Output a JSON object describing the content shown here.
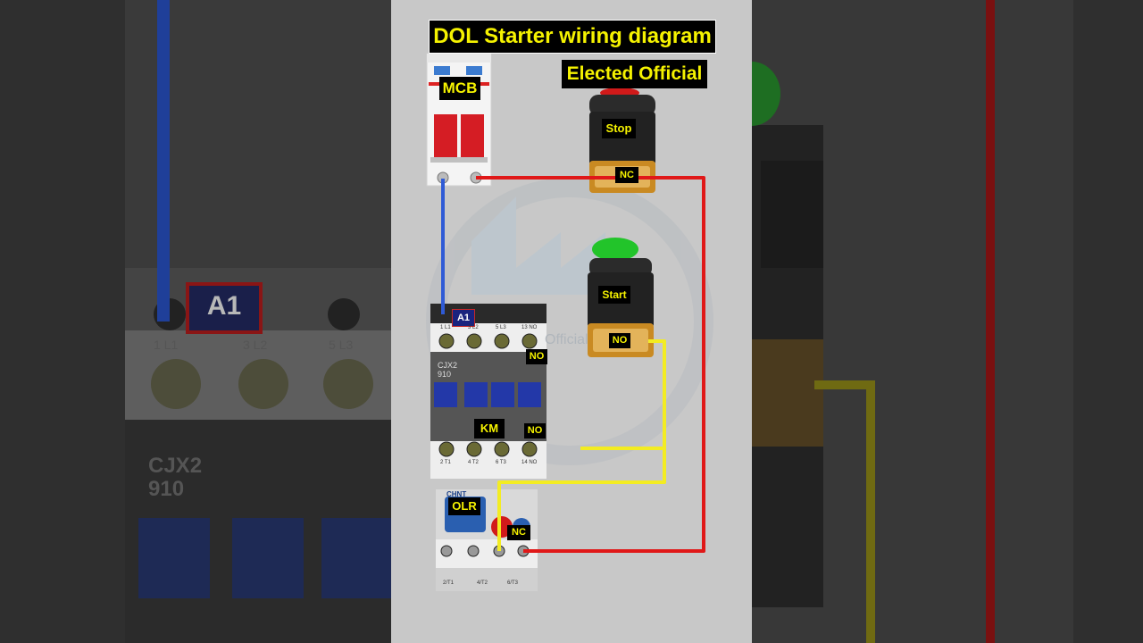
{
  "title": "DOL Starter wiring diagram",
  "channel": "Elected Official",
  "watermark": "Official",
  "labels": {
    "mcb": "MCB",
    "stop": "Stop",
    "stop_contact": "NC",
    "start": "Start",
    "start_contact": "NO",
    "contactor": "KM",
    "contactor_coil": "A1",
    "contactor_aux_top": "NO",
    "contactor_aux_bottom": "NO",
    "olr": "OLR",
    "olr_contact": "NC"
  },
  "contactor_model": [
    "CJX2",
    "910"
  ],
  "contactor_terminals_top": [
    "1 L1",
    "3 L2",
    "5 L3",
    "13 NO"
  ],
  "contactor_terminals_bottom": [
    "2 T1",
    "4 T2",
    "6 T3",
    "14 NO"
  ],
  "olr_brand": "CHNT",
  "olr_terminals": [
    "2/T1",
    "4/T2",
    "6/T3"
  ],
  "zoom_background": {
    "coil": "A1",
    "terminals": [
      "1 L1",
      "3 L2",
      "5 L3"
    ],
    "model": [
      "CJX2",
      "910"
    ]
  },
  "colors": {
    "wire_neutral": "#2f5bd6",
    "wire_phase": "#e01818",
    "wire_control": "#f3ec22",
    "label_bg": "#000000",
    "label_text": "#f5f200",
    "start_button": "#22c42a",
    "stop_button": "#d11a1a"
  }
}
